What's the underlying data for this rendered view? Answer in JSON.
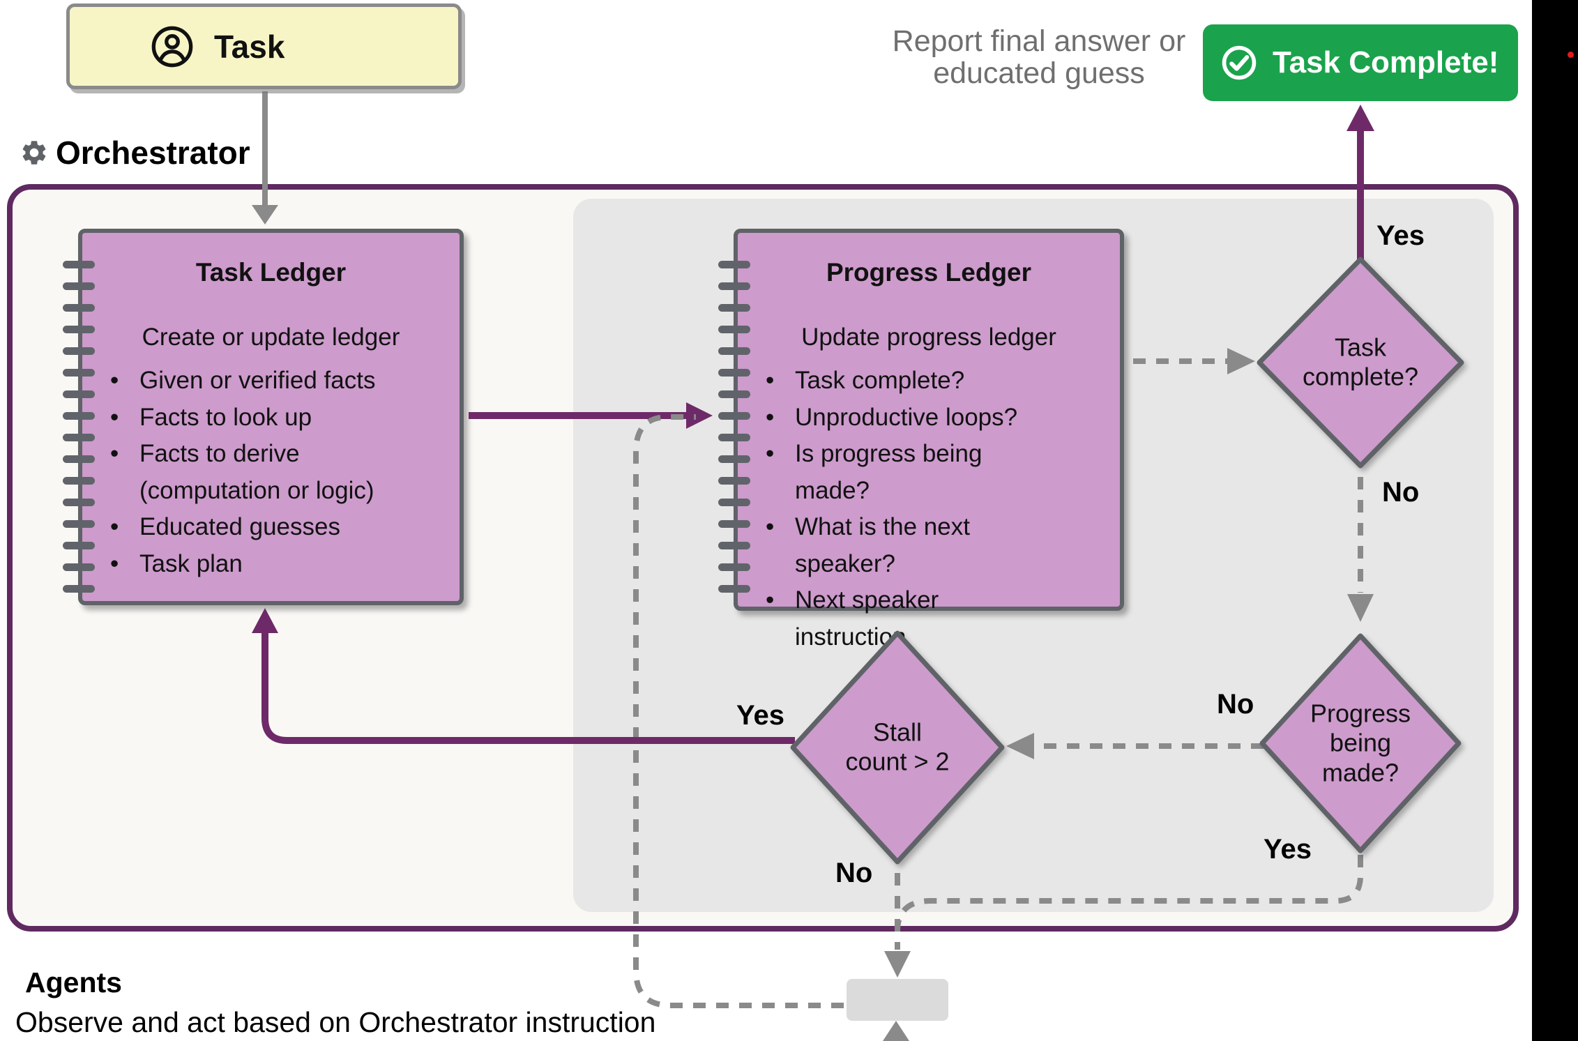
{
  "task_box": {
    "label": "Task"
  },
  "orchestrator": {
    "label": "Orchestrator"
  },
  "report": {
    "text": "Report final answer or educated guess"
  },
  "complete_button": {
    "label": "Task Complete!"
  },
  "task_ledger": {
    "title": "Task Ledger",
    "subtitle": "Create or update ledger",
    "items": [
      "Given or verified facts",
      "Facts to look up",
      "Facts to derive (computation or logic)",
      "Educated guesses",
      "Task plan"
    ]
  },
  "progress_ledger": {
    "title": "Progress Ledger",
    "subtitle": "Update progress ledger",
    "items": [
      "Task complete?",
      "Unproductive loops?",
      "Is progress being made?",
      "What is the next speaker?",
      "Next speaker instruction"
    ]
  },
  "diamonds": {
    "task_complete": {
      "label": "Task complete?",
      "yes": "Yes",
      "no": "No"
    },
    "progress_being_made": {
      "label": "Progress being made?",
      "yes": "Yes",
      "no": "No"
    },
    "stall_count": {
      "label": "Stall count > 2",
      "yes": "Yes",
      "no": "No"
    }
  },
  "agents": {
    "title": "Agents",
    "subtitle": "Observe and act based on Orchestrator instruction"
  },
  "icons": [
    "person-icon",
    "gear-icon",
    "check-circle-icon"
  ],
  "colors": {
    "accent_purple": "#6e2a68",
    "border_purple": "#5e2a60",
    "notebook_fill": "#cd9bcc",
    "notebook_border": "#5f6367",
    "button_green": "#1aa34c",
    "task_yellow": "#f7f5c6",
    "dashed_gray": "#8a8a8a",
    "inner_panel_gray": "#e8e7e7",
    "orchestrator_bg": "#faf8f5",
    "black_bar": "#000000",
    "red_dot": "#e01b1b"
  }
}
